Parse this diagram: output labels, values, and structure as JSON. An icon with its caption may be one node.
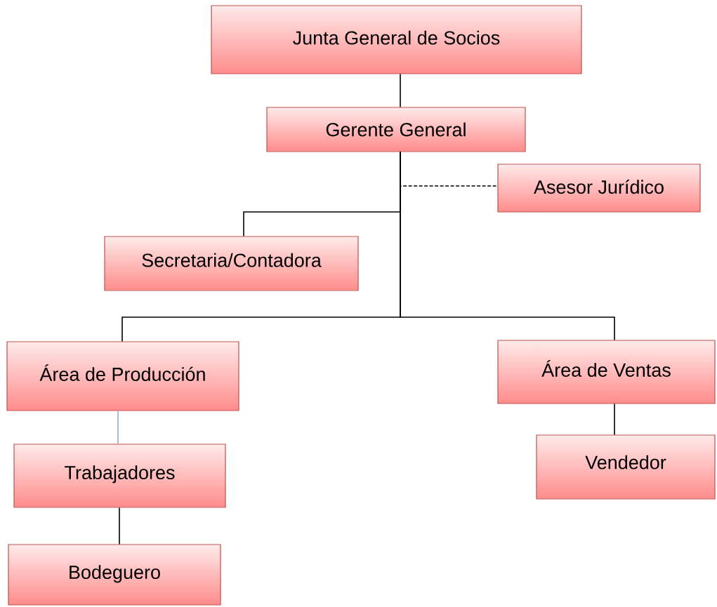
{
  "diagram": {
    "nodes": [
      {
        "text": [
          "Junta General de Socios"
        ]
      },
      {
        "text": [
          "Gerente General"
        ]
      },
      {
        "text": [
          "Asesor Jurídico"
        ]
      },
      {
        "text": [
          "Secretaria/Contadora"
        ]
      },
      {
        "text": [
          "Área de Producción"
        ]
      },
      {
        "text": [
          "Área de Ventas"
        ]
      },
      {
        "text": [
          "Trabajadores"
        ]
      },
      {
        "text": [
          "Bodeguero"
        ]
      },
      {
        "text": [
          "Vendedor"
        ]
      }
    ],
    "edges": [
      {
        "from": 0,
        "to": 1,
        "arrow": "none"
      },
      {
        "from": 1,
        "to": 2,
        "arrow": "none",
        "style": "dashed"
      },
      {
        "from": 1,
        "to": 3,
        "arrow": "none"
      },
      {
        "from": 1,
        "to": 4,
        "arrow": "none"
      },
      {
        "from": 1,
        "to": 5,
        "arrow": "none"
      },
      {
        "from": 4,
        "to": 6,
        "arrow": "none",
        "color": "#4f81bd"
      },
      {
        "from": 6,
        "to": 7,
        "arrow": "none"
      },
      {
        "from": 5,
        "to": 8,
        "arrow": "none"
      }
    ]
  }
}
